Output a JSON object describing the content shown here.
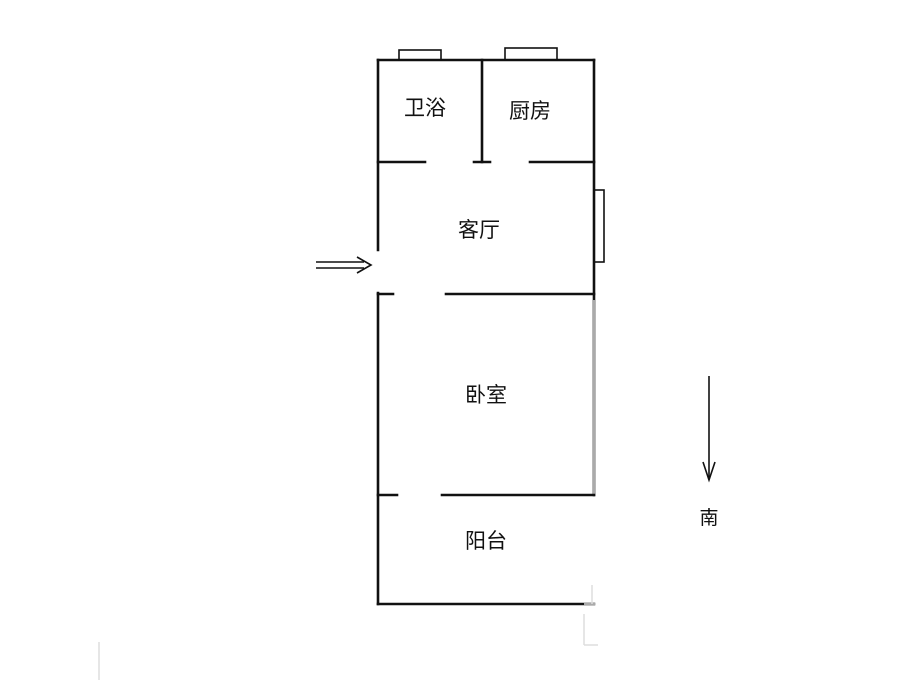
{
  "rooms": {
    "bathroom": "卫浴",
    "kitchen": "厨房",
    "living_room": "客厅",
    "bedroom": "卧室",
    "balcony": "阳台"
  },
  "compass": {
    "label": "南",
    "direction": "down"
  },
  "colors": {
    "wall": "#111111",
    "background": "#ffffff"
  },
  "icons": {
    "entrance": "double-arrow-right-icon",
    "compass": "arrow-down-icon"
  }
}
